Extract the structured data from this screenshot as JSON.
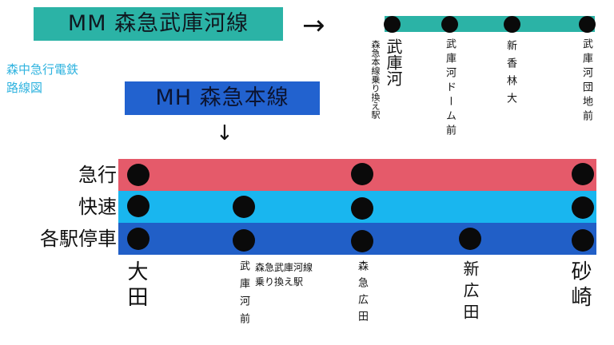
{
  "company": "森中急行電鉄\n路線図",
  "lines": {
    "mm": {
      "label": "MM  森急武庫河線",
      "color": "#2bb3a6"
    },
    "mh": {
      "label": "MH  森急本線",
      "color": "#2262cf"
    }
  },
  "arrows": {
    "right": "→",
    "down": "↓"
  },
  "services": [
    {
      "name": "急行",
      "color": "#e55a6a"
    },
    {
      "name": "快速",
      "color": "#19b6ef"
    },
    {
      "name": "各駅停車",
      "color": "#215fc7"
    }
  ],
  "mm_stations": [
    {
      "name": "武庫河",
      "note": "森急本線乗り換え駅"
    },
    {
      "name": "武庫河ドーム前"
    },
    {
      "name": "新香林大"
    },
    {
      "name": "武庫河団地前"
    }
  ],
  "mh_stations": [
    {
      "name": "大田",
      "stops": [
        "急行",
        "快速",
        "各駅停車"
      ]
    },
    {
      "name": "武庫河前",
      "note": "森急武庫河線\n乗り換え駅",
      "stops": [
        "快速",
        "各駅停車"
      ]
    },
    {
      "name": "森急広田",
      "stops": [
        "急行",
        "快速",
        "各駅停車"
      ]
    },
    {
      "name": "新広田",
      "stops": [
        "各駅停車"
      ]
    },
    {
      "name": "砂崎",
      "stops": [
        "急行",
        "快速",
        "各駅停車"
      ]
    }
  ]
}
